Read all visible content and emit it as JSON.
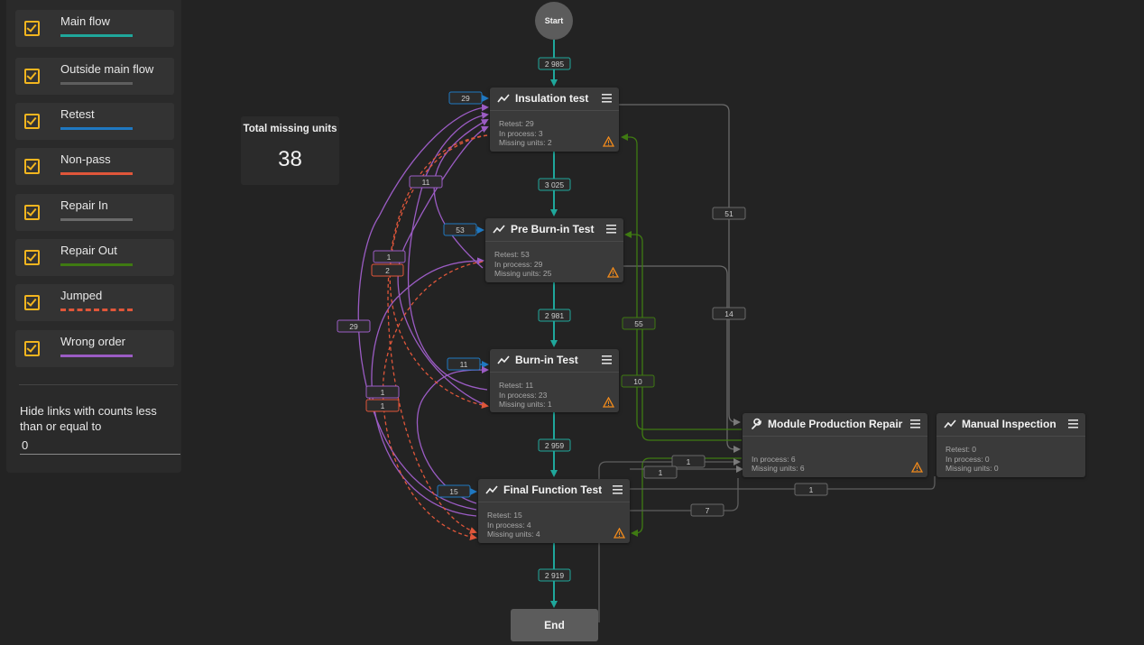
{
  "legend": {
    "items": [
      {
        "label": "Main flow",
        "color": "#1fa79b"
      },
      {
        "label": "Outside main flow",
        "color": "#5e5e5e"
      },
      {
        "label": "Retest",
        "color": "#1f78c1"
      },
      {
        "label": "Non-pass",
        "color": "#e0563a"
      },
      {
        "label": "Repair In",
        "color": "#6a6a6a"
      },
      {
        "label": "Repair Out",
        "color": "#3f7a12"
      },
      {
        "label": "Jumped",
        "color": "#e0563a"
      },
      {
        "label": "Wrong order",
        "color": "#9b5cc4"
      }
    ],
    "threshold_label": "Hide links with counts less than or equal to",
    "threshold_value": "0"
  },
  "missing": {
    "title": "Total missing units",
    "value": "38"
  },
  "nodes": {
    "start": {
      "label": "Start"
    },
    "end": {
      "label": "End"
    },
    "insulation": {
      "title": "Insulation test",
      "retest": "Retest: 29",
      "in_process": "In process: 3",
      "missing": "Missing units: 2"
    },
    "preburn": {
      "title": "Pre Burn-in Test",
      "retest": "Retest: 53",
      "in_process": "In process: 29",
      "missing": "Missing units: 25"
    },
    "burnin": {
      "title": "Burn-in Test",
      "retest": "Retest: 11",
      "in_process": "In process: 23",
      "missing": "Missing units: 1"
    },
    "final": {
      "title": "Final Function Test",
      "retest": "Retest: 15",
      "in_process": "In process: 4",
      "missing": "Missing units: 4"
    },
    "repair": {
      "title": "Module Production Repair",
      "retest": "",
      "in_process": "In process: 6",
      "missing": "Missing units: 6"
    },
    "manual": {
      "title": "Manual Inspection",
      "retest": "Retest: 0",
      "in_process": "In process: 0",
      "missing": "Missing units: 0"
    }
  },
  "edge_labels": {
    "start_ins": "2 985",
    "ins_pre": "3 025",
    "pre_burn": "2 981",
    "burn_final": "2 959",
    "final_end": "2 919",
    "retest_ins": "29",
    "retest_pre": "53",
    "retest_burn": "11",
    "retest_final": "15",
    "wrong_11": "11",
    "wrong_29": "29",
    "jump_1a": "1",
    "jump_2": "2",
    "jump_1b": "1",
    "jump_1c": "1",
    "repairin_51": "51",
    "repairin_14": "14",
    "repairout_55": "55",
    "repairout_10": "10",
    "outside_1a": "1",
    "outside_1b": "1",
    "outside_1c": "1",
    "outside_7": "7"
  }
}
